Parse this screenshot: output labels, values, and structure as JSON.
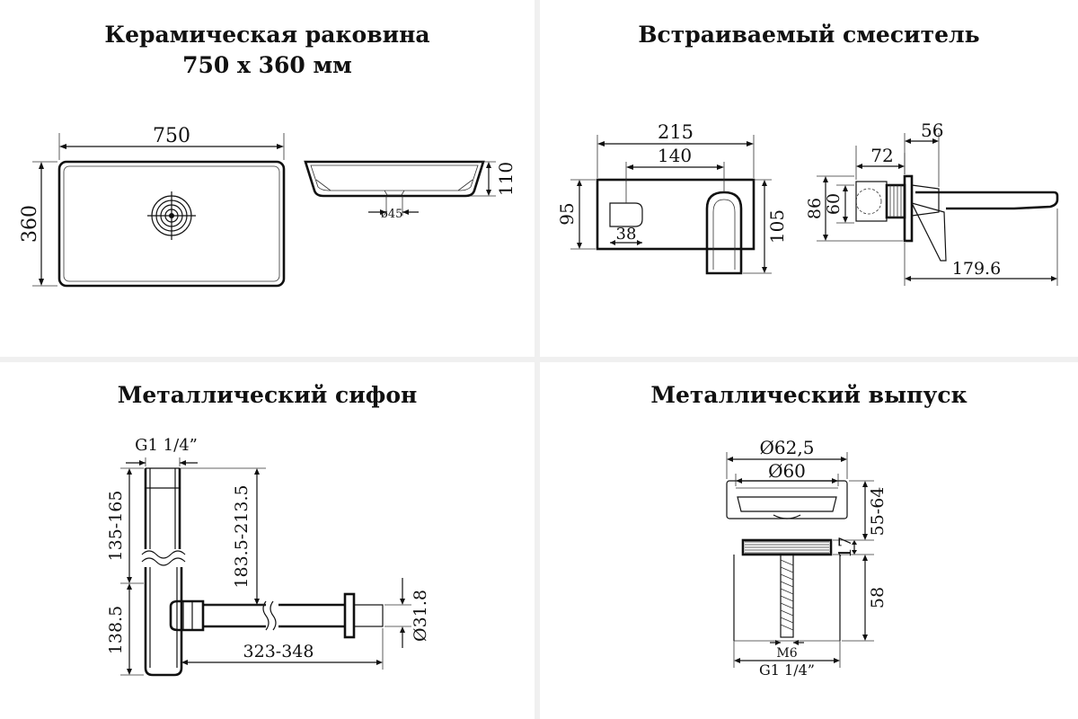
{
  "panels": {
    "sink": {
      "title_line1": "Керамическая раковина",
      "title_line2": "750 x 360 мм",
      "dim_width": "750",
      "dim_depth": "360",
      "dim_height": "110",
      "dim_drain": "ø45"
    },
    "faucet": {
      "title": "Встраиваемый смеситель",
      "dim_plate_width": "215",
      "dim_spacing": "140",
      "dim_plate_height": "95",
      "dim_handle": "38",
      "dim_spout_height": "105",
      "dim_depth_total": "56",
      "dim_body": "72",
      "dim_height_a": "86",
      "dim_height_b": "60",
      "dim_spout_length": "179.6"
    },
    "siphon": {
      "title": "Металлический сифон",
      "dim_thread": "G1 1/4”",
      "dim_upper": "135-165",
      "dim_lower": "138.5",
      "dim_drop": "183.5-213.5",
      "dim_length": "323-348",
      "dim_pipe": "Ø31.8"
    },
    "drain": {
      "title": "Металлический выпуск",
      "dim_outer": "Ø62,5",
      "dim_inner": "Ø60",
      "dim_range": "55-64",
      "dim_17": "17",
      "dim_58": "58",
      "dim_m6": "M6",
      "dim_thread": "G1 1/4”"
    }
  }
}
